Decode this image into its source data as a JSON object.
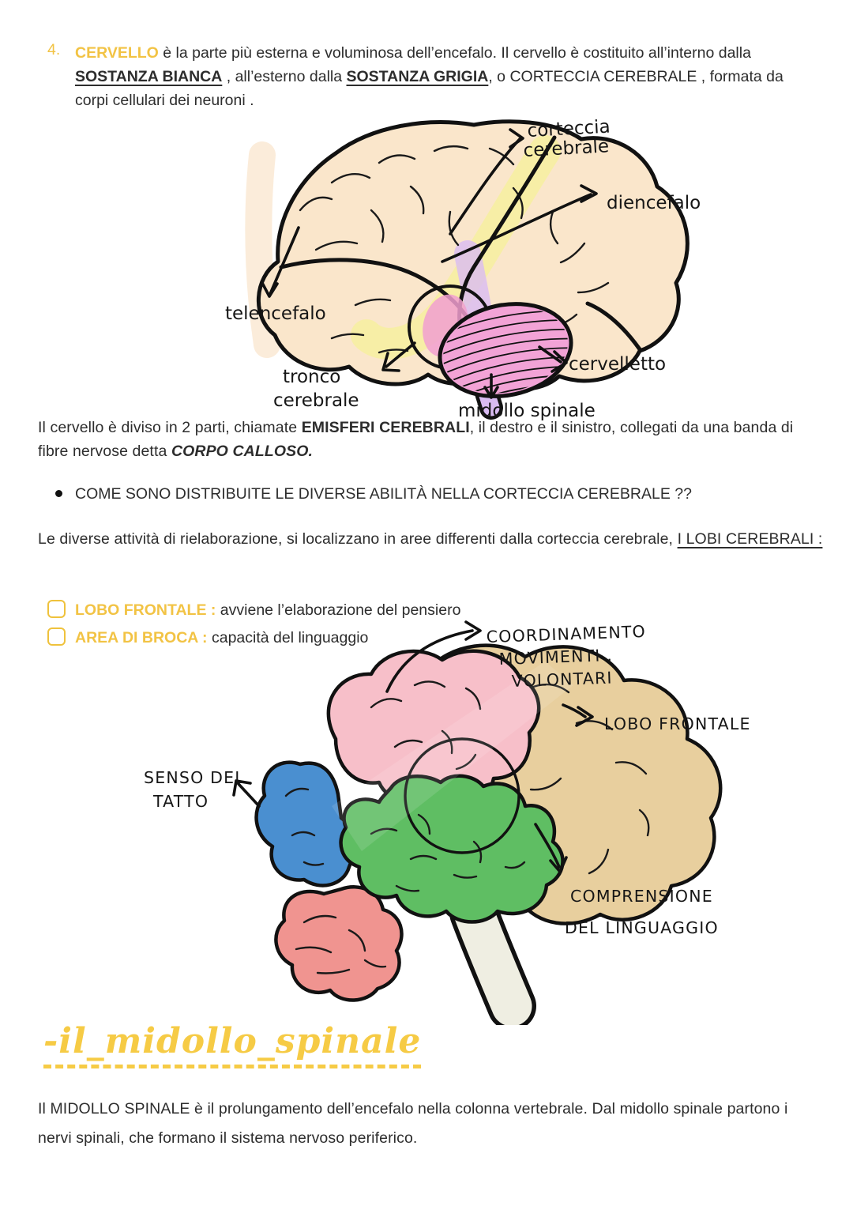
{
  "page": {
    "accent": "#F2C344",
    "text_color": "#2d2d2d",
    "background": "#ffffff"
  },
  "intro": {
    "number": "4.",
    "keyword": "CERVELLO",
    "seg1": "  è la parte più esterna e voluminosa dell’encefalo. Il cervello è costituito all’interno  dalla ",
    "bold1": "SOSTANZA BIANCA",
    "seg2": " , all’esterno dalla ",
    "bold2": "SOSTANZA GRIGIA",
    "seg3": ", o CORTECCIA CEREBRALE , formata da corpi cellulari dei neuroni ."
  },
  "diagram1": {
    "colors": {
      "cortex": "#FAE6CB",
      "band": "#F6EFA3",
      "wash": "#F7DCBB",
      "cerebellum": "#F2A3D6",
      "stem": "#D9BBF2",
      "pons": "#F19FD0"
    },
    "labels": {
      "corteccia_line1": "corteccia",
      "corteccia_line2": "cerebrale",
      "diencefalo": "diencefalo",
      "telencefalo": "telencefalo",
      "tronco_line1": "tronco",
      "tronco_line2": "cerebrale",
      "cervelletto": "cervelletto",
      "midollo": "midollo spinale"
    }
  },
  "para_emisferi": {
    "seg1": "Il cervello è diviso in 2 parti, chiamate ",
    "bold1": "EMISFERI CEREBRALI",
    "seg2": ", il destro e il sinistro, collegati da una banda di fibre nervose detta ",
    "bolditalic": "CORPO CALLOSO."
  },
  "question_bullet": "COME SONO DISTRIBUITE LE DIVERSE ABILITÀ NELLA CORTECCIA CEREBRALE ??",
  "para_lobi": {
    "seg1": "Le diverse attività di rielaborazione, si localizzano in aree differenti dalla corteccia cerebrale, ",
    "underlined": "I LOBI CEREBRALI : "
  },
  "checklist": [
    {
      "label": "LOBO FRONTALE :",
      "desc": " avviene l’elaborazione del pensiero"
    },
    {
      "label": "AREA DI BROCA :",
      "desc": " capacità del linguaggio"
    }
  ],
  "diagram2": {
    "colors": {
      "frontal": "#E8CF9E",
      "parietal": "#F7BFC9",
      "touch": "#4A8FD0",
      "temporal": "#5FBE63",
      "occipital": "#F09490",
      "stem": "#EFEEE2"
    },
    "labels": {
      "coord_line1": "COORDINAMENTO",
      "coord_line2": "MOVIMENTI .",
      "coord_line3": "VOLONTARI",
      "lobo_frontale": "LOBO FRONTALE",
      "senso_line1": "SENSO DEL",
      "senso_line2": "TATTO",
      "compr_line1": "COMPRENSIONE",
      "compr_line2": "DEL LINGUAGGIO"
    }
  },
  "spinal": {
    "heading": "-il_midollo_spinale",
    "body": "Il MIDOLLO SPINALE è il prolungamento dell’encefalo  nella colonna vertebrale. Dal midollo spinale partono i nervi spinali, che formano il sistema nervoso periferico."
  }
}
